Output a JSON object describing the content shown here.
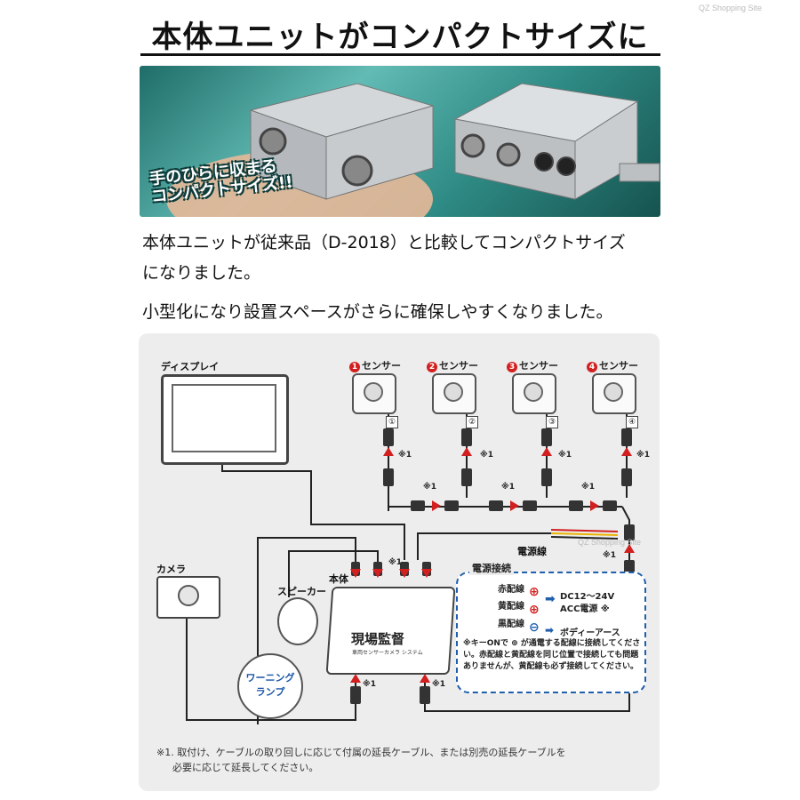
{
  "watermark_top": "QZ Shopping Site",
  "watermark_mid": "QZ Shopping Site",
  "title": "本体ユニットがコンパクトサイズに",
  "photo": {
    "caption_line1": "手のひらに収まる",
    "caption_line2": "コンパクトサイズ!!"
  },
  "description": {
    "line1": "本体ユニットが従来品（D-2018）と比較してコンパクトサイズ",
    "line2": "になりました。",
    "line3": "小型化になり設置スペースがさらに確保しやすくなりました。"
  },
  "diagram": {
    "display_label": "ディスプレイ",
    "camera_label": "カメラ",
    "speaker_label": "スピーカー",
    "unit_label": "本体",
    "warning_lamp": [
      "ワーニング",
      "ランプ"
    ],
    "unit_logo": "現場監督",
    "unit_subtitle": "車両センサーカメラ システム",
    "power_line_label": "電源線",
    "sensors": [
      {
        "badge": "1",
        "name": "センサー",
        "num": "①"
      },
      {
        "badge": "2",
        "name": "センサー",
        "num": "②"
      },
      {
        "badge": "3",
        "name": "センサー",
        "num": "③"
      },
      {
        "badge": "4",
        "name": "センサー",
        "num": "④"
      }
    ],
    "note_mark": "※1",
    "colors": {
      "arrow": "#d21f1f",
      "blue": "#1f5fae",
      "red": "#d21f1f",
      "yellow": "#e8b400"
    },
    "power": {
      "title": "電源接続",
      "red_wire": "赤配線",
      "yellow_wire": "黄配線",
      "black_wire": "黒配線",
      "dc": "DC12～24V",
      "acc": "ACC電源 ※",
      "ground": "ボディーアース",
      "note": "※キーONで ⊕ が通電する配線に接続してください。赤配線と黄配線を同じ位置で接続しても問題ありませんが、黄配線も必ず接続してください。"
    }
  },
  "footnote": {
    "line1": "※1. 取付け、ケーブルの取り回しに応じて付属の延長ケーブル、または別売の延長ケーブルを",
    "line2": "必要に応じて延長してください。"
  }
}
